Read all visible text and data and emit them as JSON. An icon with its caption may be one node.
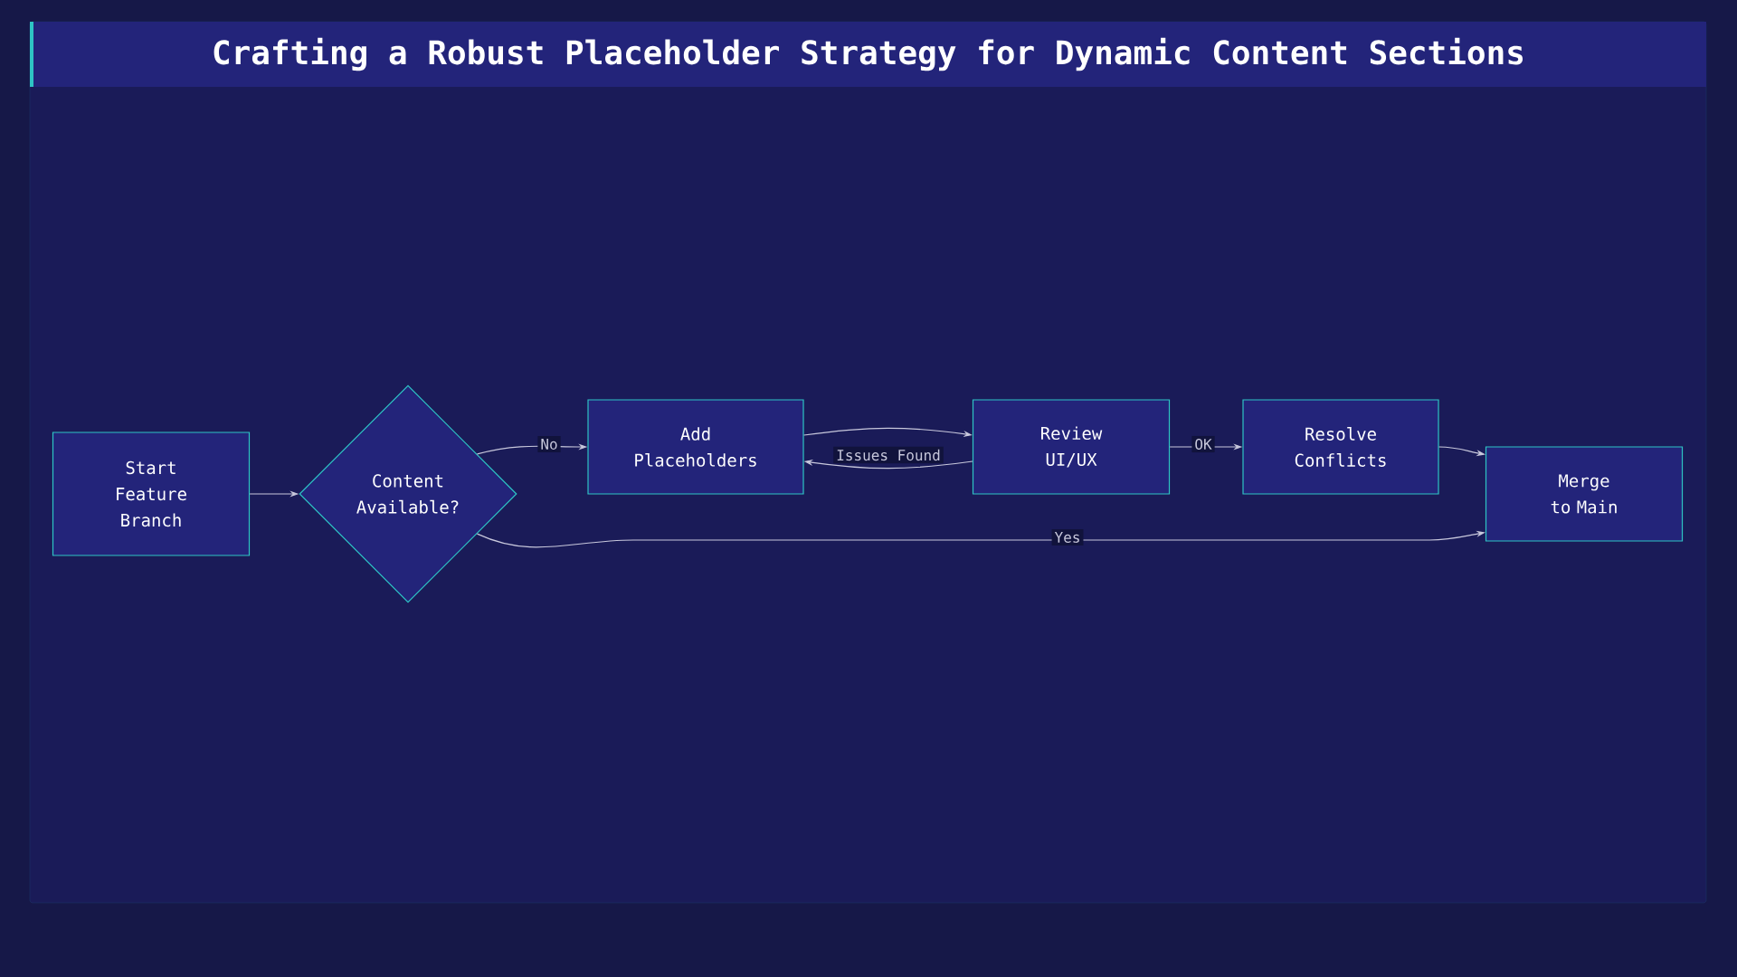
{
  "diagram": {
    "title": "Crafting a Robust Placeholder Strategy for Dynamic Content Sections",
    "nodes": [
      {
        "text": [
          "Start Feature Branch"
        ]
      },
      {
        "text": [
          "Content Available?"
        ]
      },
      {
        "text": [
          "Add Placeholders"
        ]
      },
      {
        "text": [
          "Review UI/UX"
        ]
      },
      {
        "text": [
          "Resolve Conflicts"
        ]
      },
      {
        "text": [
          "Merge to Main"
        ]
      }
    ],
    "edges": [
      {
        "from": 0,
        "to": 1,
        "arrow": "to"
      },
      {
        "from": 1,
        "to": 2,
        "arrow": "to",
        "label": "No"
      },
      {
        "from": 2,
        "to": 3,
        "arrow": "to"
      },
      {
        "from": 3,
        "to": 2,
        "arrow": "to",
        "label": "Issues Found"
      },
      {
        "from": 3,
        "to": 4,
        "arrow": "to",
        "label": "OK"
      },
      {
        "from": 4,
        "to": 5,
        "arrow": "to"
      },
      {
        "from": 1,
        "to": 5,
        "arrow": "to",
        "label": "Yes"
      }
    ]
  }
}
